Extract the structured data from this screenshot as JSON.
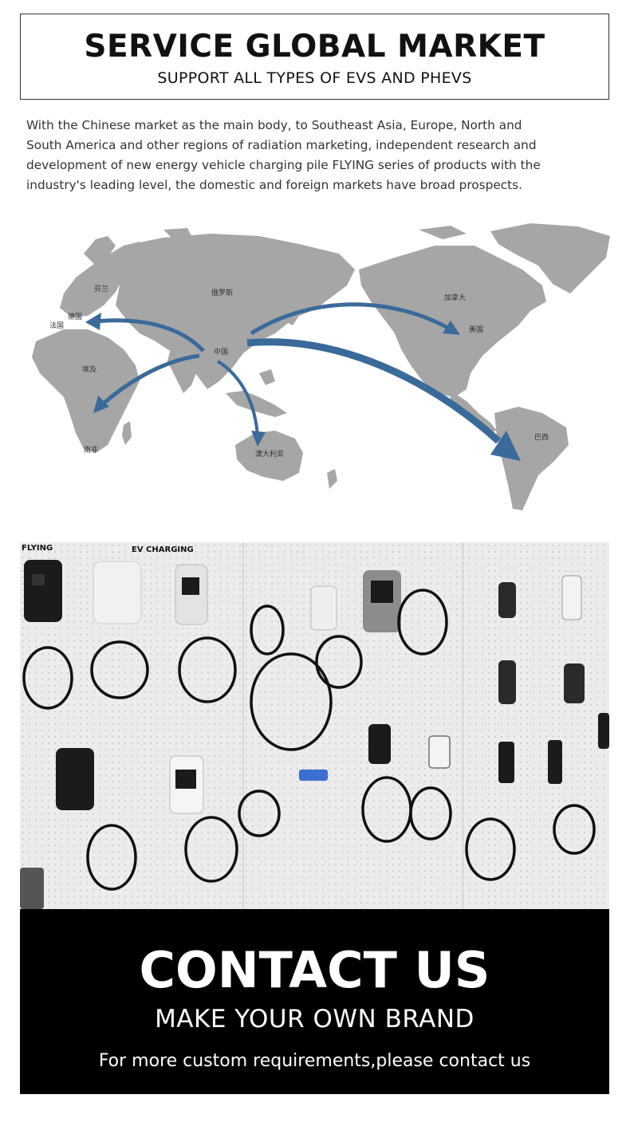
{
  "header": {
    "title": "SERVICE GLOBAL MARKET",
    "subtitle": "SUPPORT ALL TYPES OF EVS AND PHEVS"
  },
  "intro": {
    "text": "With the Chinese market as the main body, to Southeast Asia, Europe, North and South America and other regions of radiation marketing, independent research and development of new energy vehicle charging pile FLYING series of products with the industry's leading level, the domestic and foreign markets have broad prospects."
  },
  "map": {
    "land_color": "#a6a6a6",
    "arrow_color": "#3a6a9a",
    "labels": {
      "finland": "芬兰",
      "russia": "俄罗斯",
      "canada": "加拿大",
      "germany": "德国",
      "france": "法国",
      "usa": "美国",
      "china": "中国",
      "egypt": "埃及",
      "brazil": "巴西",
      "south_africa": "南非",
      "australia": "澳大利亚"
    }
  },
  "photo": {
    "brand_label": "FLYING",
    "wall_label": "EV CHARGING"
  },
  "contact": {
    "title": "CONTACT US",
    "subtitle": "MAKE YOUR OWN BRAND",
    "note": "For more custom requirements,please contact us"
  }
}
